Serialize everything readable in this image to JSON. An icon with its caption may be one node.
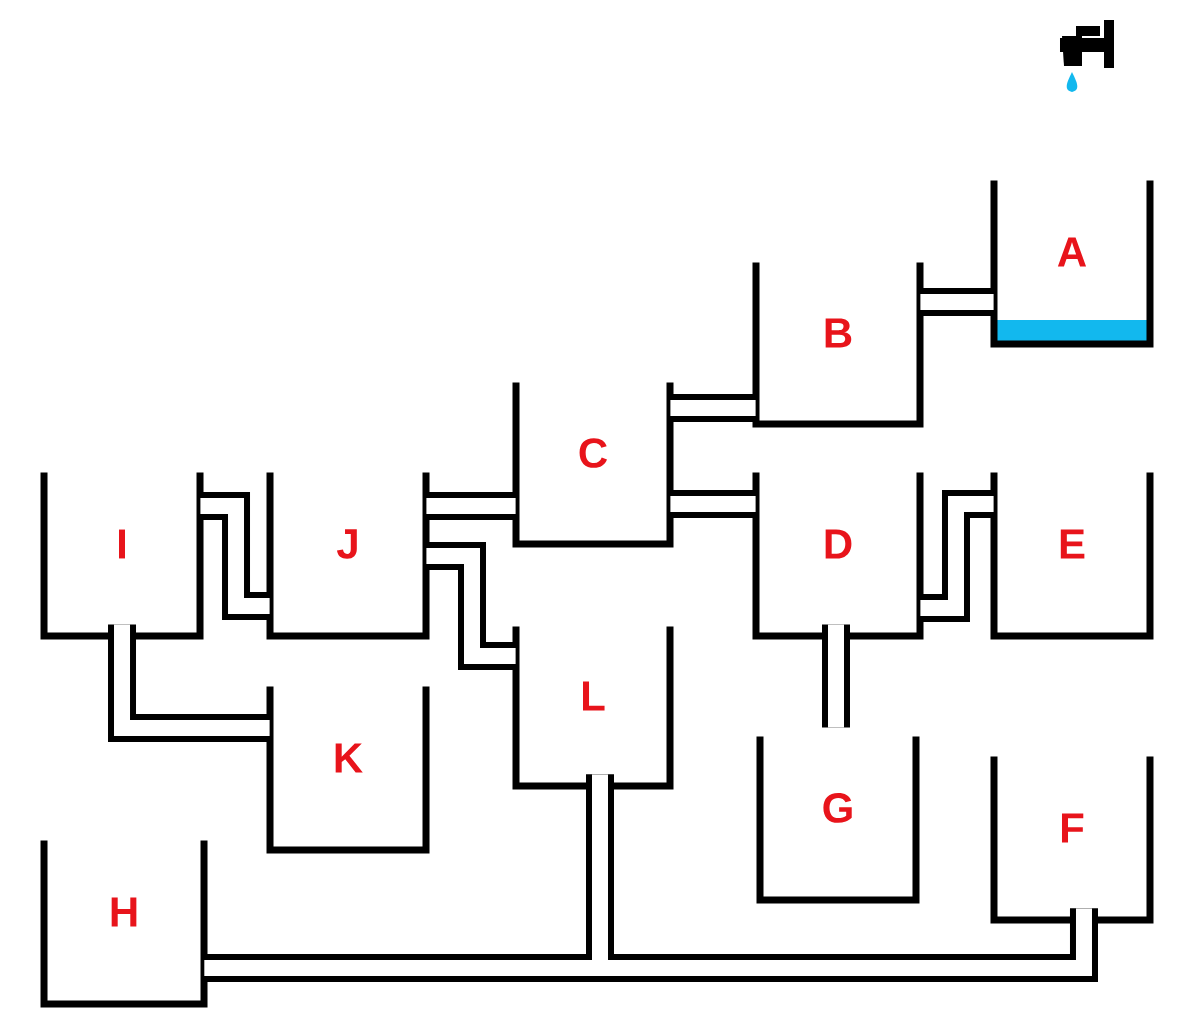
{
  "diagram": {
    "nodes": [
      {
        "text": [
          "A"
        ]
      },
      {
        "text": [
          "B"
        ]
      },
      {
        "text": [
          "C"
        ]
      },
      {
        "text": [
          "I"
        ]
      },
      {
        "text": [
          "J"
        ]
      },
      {
        "text": [
          "D"
        ]
      },
      {
        "text": [
          "E"
        ]
      },
      {
        "text": [
          "L"
        ]
      },
      {
        "text": [
          "K"
        ]
      },
      {
        "text": [
          "G"
        ]
      },
      {
        "text": [
          "F"
        ]
      },
      {
        "text": [
          "H"
        ]
      }
    ],
    "edges": [
      {
        "from": 0,
        "to": 1,
        "arrow": "none"
      },
      {
        "from": 1,
        "to": 2,
        "arrow": "none"
      },
      {
        "from": 2,
        "to": 5,
        "arrow": "none"
      },
      {
        "from": 2,
        "to": 4,
        "arrow": "none"
      },
      {
        "from": 4,
        "to": 7,
        "arrow": "none"
      },
      {
        "from": 3,
        "to": 4,
        "arrow": "none"
      },
      {
        "from": 3,
        "to": 8,
        "arrow": "none"
      },
      {
        "from": 6,
        "to": 5,
        "arrow": "none"
      },
      {
        "from": 5,
        "to": 9,
        "arrow": "none"
      },
      {
        "from": 7,
        "to": 11,
        "arrow": "none"
      },
      {
        "from": 7,
        "to": 10,
        "arrow": "none"
      },
      {
        "from": 10,
        "to": 11,
        "arrow": "none"
      }
    ]
  }
}
